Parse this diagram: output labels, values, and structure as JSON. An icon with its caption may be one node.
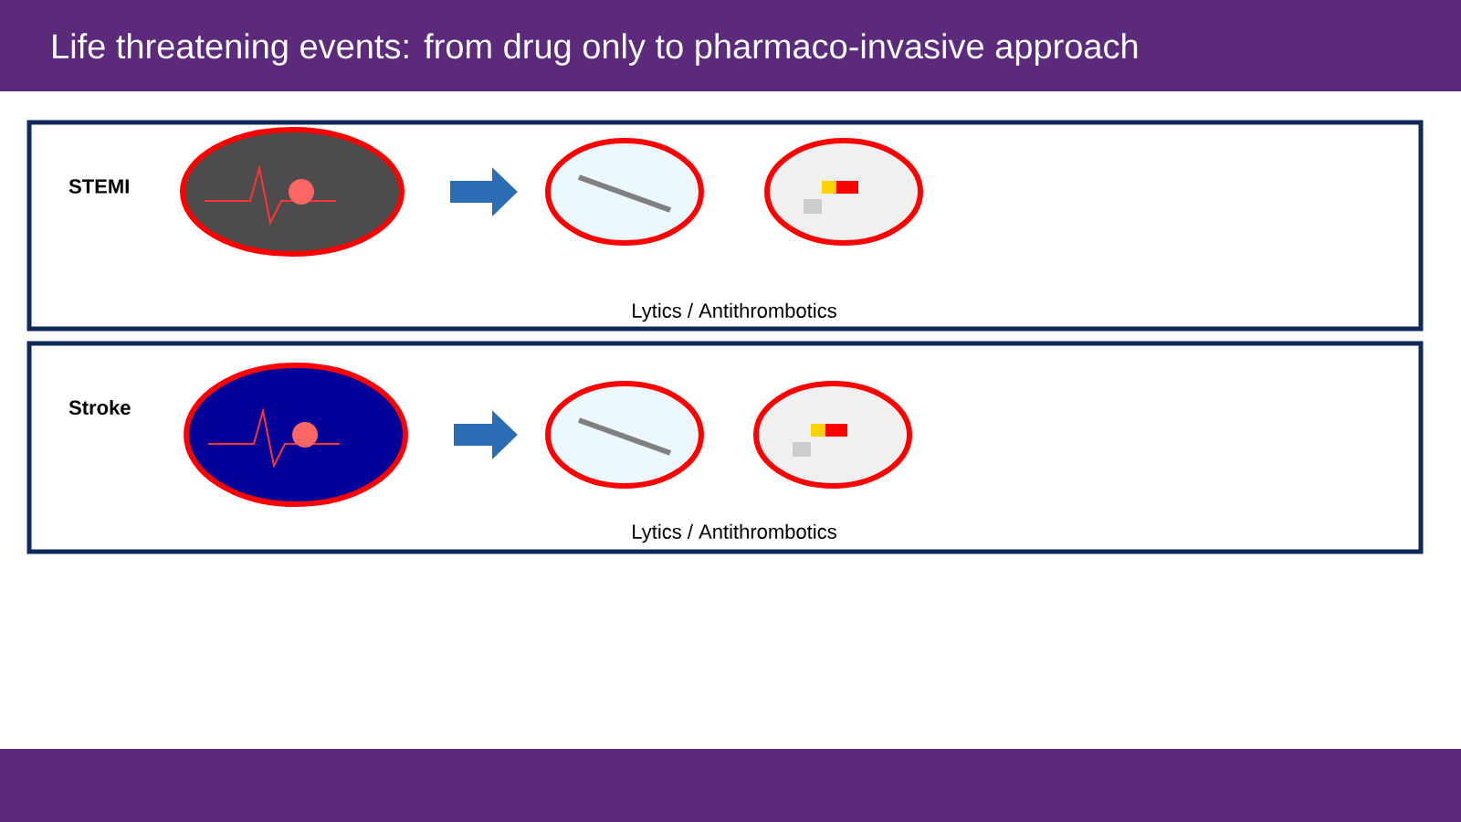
{
  "diagram": {
    "title": "Life threatening events: from drug only to pharmaco-invasive approach",
    "nodes": [
      {
        "text": [
          "STEMI",
          "Lytics / Antithrombotics"
        ]
      },
      {
        "text": [],
        "shape": "picture",
        "in": 0
      },
      {
        "text": [],
        "shape": "picture",
        "in": 0
      },
      {
        "text": [],
        "shape": "picture",
        "in": 0
      },
      {
        "text": [
          "Stroke",
          "Lytics / Antithrombotics"
        ]
      },
      {
        "text": [],
        "shape": "picture",
        "in": 4
      },
      {
        "text": [],
        "shape": "picture",
        "in": 4
      },
      {
        "text": [],
        "shape": "picture",
        "in": 4
      }
    ],
    "edges": [
      {
        "from": 1,
        "to": 2,
        "arrow": "to"
      },
      {
        "from": 5,
        "to": 6,
        "arrow": "to"
      }
    ]
  }
}
